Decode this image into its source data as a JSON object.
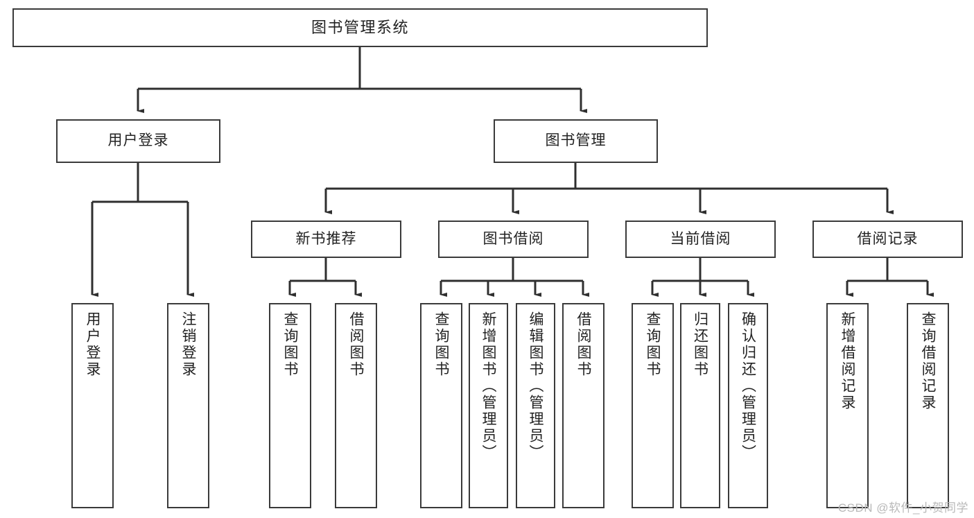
{
  "diagram": {
    "title": "图书管理系统",
    "type": "tree-hierarchy-chart",
    "root": {
      "id": "root",
      "label": "图书管理系统"
    },
    "level2": [
      {
        "id": "user-login",
        "label": "用户登录"
      },
      {
        "id": "book-manage",
        "label": "图书管理"
      }
    ],
    "level3": [
      {
        "id": "new-book-recommend",
        "label": "新书推荐",
        "parent": "book-manage"
      },
      {
        "id": "book-borrow",
        "label": "图书借阅",
        "parent": "book-manage"
      },
      {
        "id": "current-borrow",
        "label": "当前借阅",
        "parent": "book-manage"
      },
      {
        "id": "borrow-record",
        "label": "借阅记录",
        "parent": "book-manage"
      }
    ],
    "leaves": [
      {
        "id": "leaf-user-login",
        "label": "用户登录",
        "parent": "user-login"
      },
      {
        "id": "leaf-logout-login",
        "label": "注销登录",
        "parent": "user-login"
      },
      {
        "id": "leaf-query-book-1",
        "label": "查询图书",
        "parent": "new-book-recommend"
      },
      {
        "id": "leaf-borrow-book-1",
        "label": "借阅图书",
        "parent": "new-book-recommend"
      },
      {
        "id": "leaf-query-book-2",
        "label": "查询图书",
        "parent": "book-borrow"
      },
      {
        "id": "leaf-add-book",
        "label": "新增图书（管理员）",
        "parent": "book-borrow"
      },
      {
        "id": "leaf-edit-book",
        "label": "编辑图书（管理员）",
        "parent": "book-borrow"
      },
      {
        "id": "leaf-borrow-book-2",
        "label": "借阅图书",
        "parent": "book-borrow"
      },
      {
        "id": "leaf-query-book-3",
        "label": "查询图书",
        "parent": "current-borrow"
      },
      {
        "id": "leaf-return-book",
        "label": "归还图书",
        "parent": "current-borrow"
      },
      {
        "id": "leaf-confirm-return",
        "label": "确认归还（管理员）",
        "parent": "current-borrow"
      },
      {
        "id": "leaf-add-record",
        "label": "新增借阅记录",
        "parent": "borrow-record"
      },
      {
        "id": "leaf-query-record",
        "label": "查询借阅记录",
        "parent": "borrow-record"
      }
    ]
  },
  "watermark": {
    "text": "CSDN @软件_小贺同学"
  },
  "colors": {
    "stroke": "#3a3a3a",
    "box_fill": "#ffffff",
    "text": "#222222",
    "background": "#ffffff",
    "watermark": "#b9b9b9"
  }
}
